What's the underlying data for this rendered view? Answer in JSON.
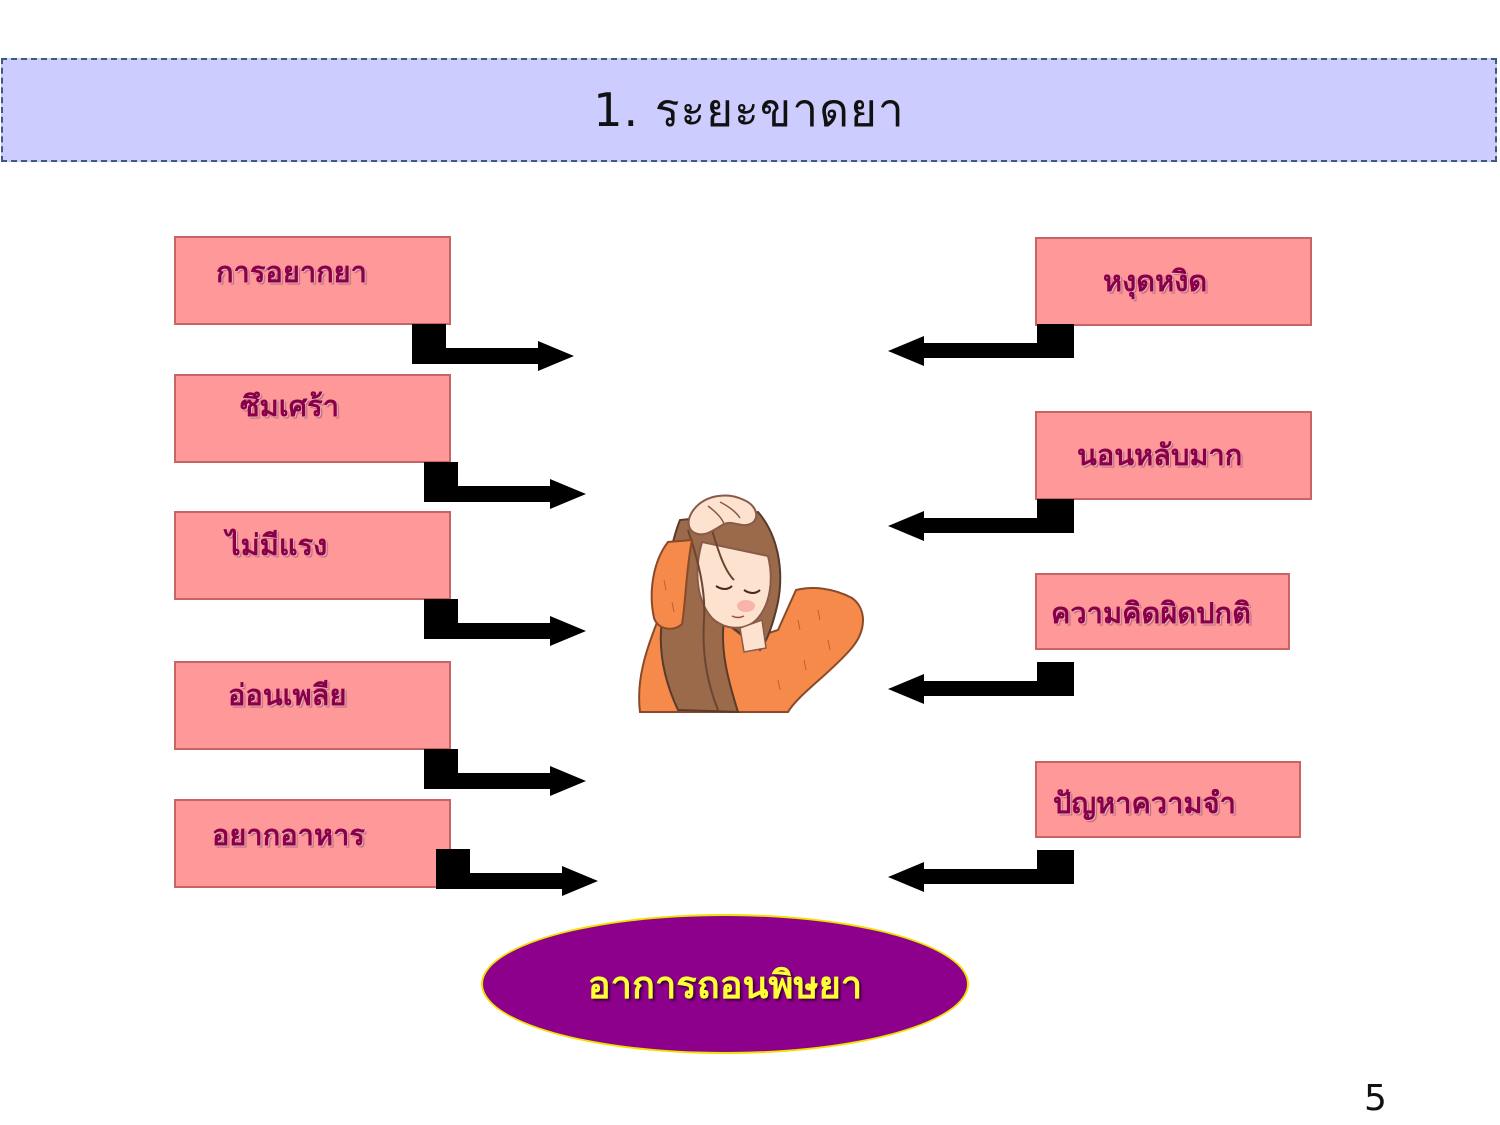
{
  "title": "1. ระยะขาดยา",
  "left_symptoms": [
    "การอยากยา",
    "ซึมเศร้า",
    "ไม่มีแรง",
    "อ่อนเพลีย",
    "อยากอาหาร"
  ],
  "right_symptoms": [
    "หงุดหงิด",
    "นอนหลับมาก",
    "ความคิดผิดปกติ",
    "ปัญหาความจำ"
  ],
  "center": "อาการถอนพิษยา",
  "page_number": "5",
  "colors": {
    "title_bg": "#ccccff",
    "box_fill": "#ff9999",
    "box_text": "#8a0048",
    "oval_fill": "#8c008c",
    "oval_text": "#ffff33"
  }
}
